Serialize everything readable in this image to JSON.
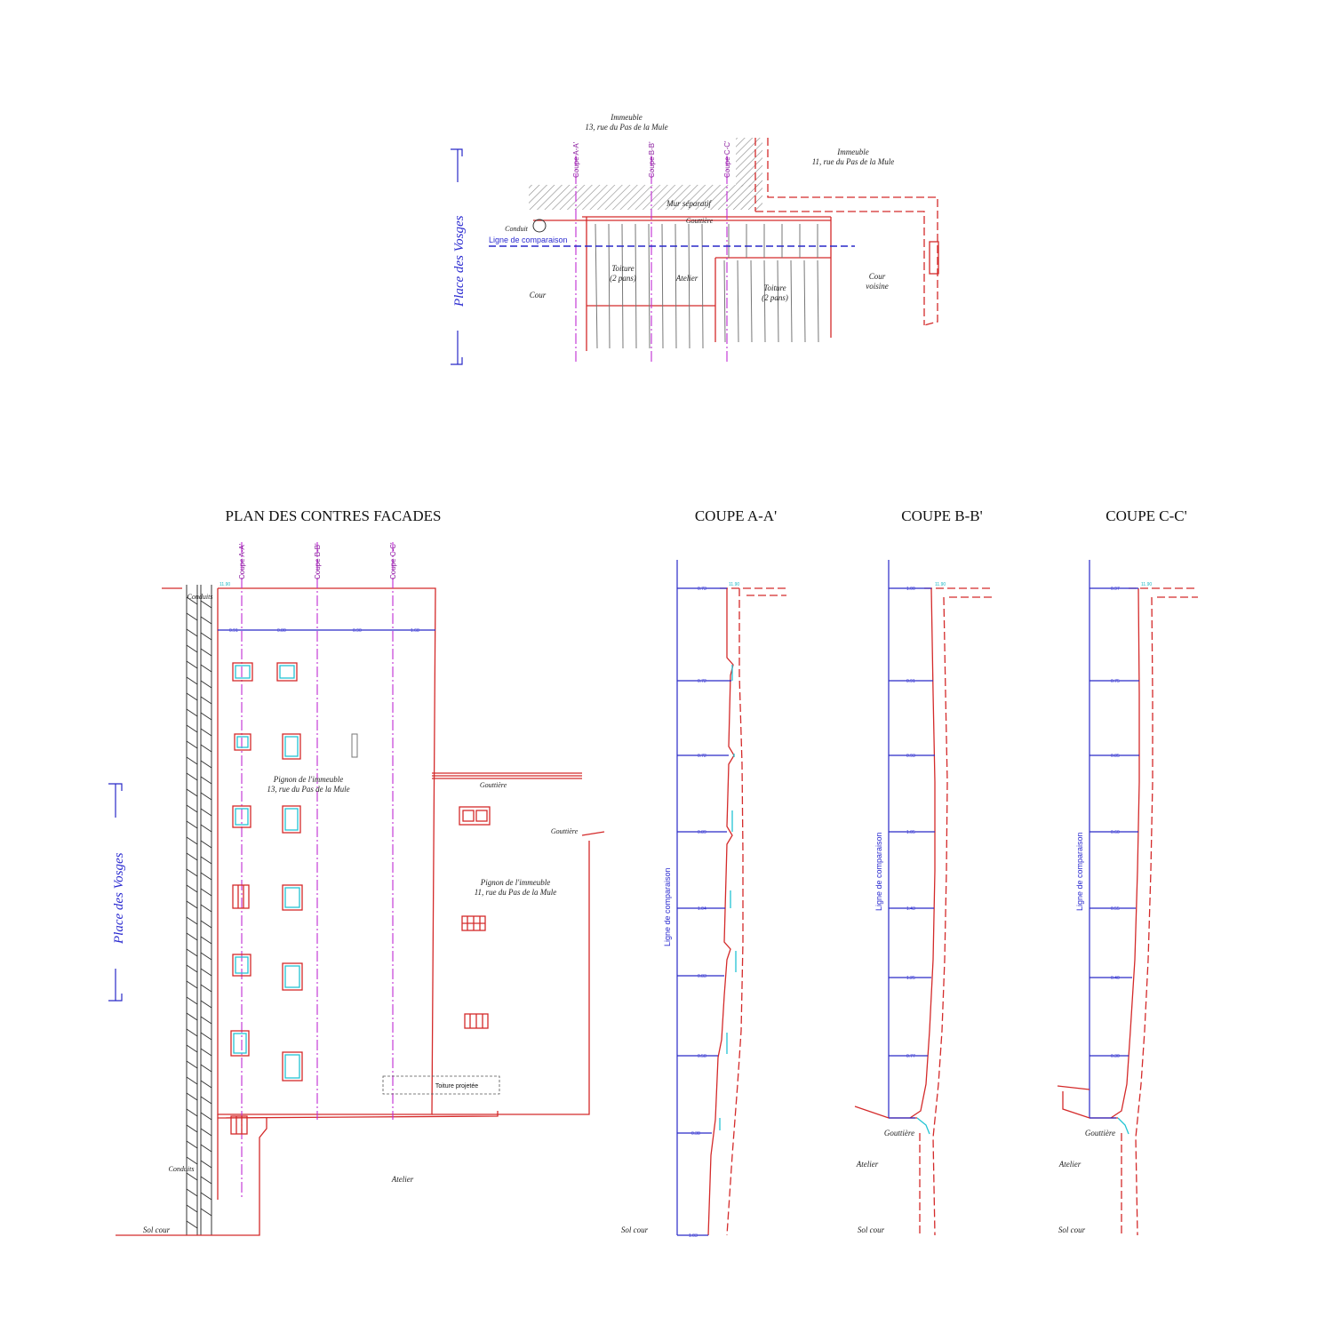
{
  "top_plan": {
    "labels": {
      "immeuble13_l1": "Immeuble",
      "immeuble13_l2": "13, rue du Pas de la Mule",
      "immeuble11_l1": "Immeuble",
      "immeuble11_l2": "11, rue du Pas de la Mule",
      "mur": "Mur séparatif",
      "gouttiere": "Gouttière",
      "conduit": "Conduit",
      "ligne": "Ligne de comparaison",
      "toiture1_l1": "Toiture",
      "toiture1_l2": "(2 pans)",
      "atelier": "Atelier",
      "toiture2_l1": "Toiture",
      "toiture2_l2": "(2 pans)",
      "cour": "Cour",
      "cour_voisine_l1": "Cour",
      "cour_voisine_l2": "voisine",
      "place": "Place des Vosges",
      "coupe_a": "Coupe A-A'",
      "coupe_b": "Coupe B-B'",
      "coupe_c": "Coupe C-C'"
    }
  },
  "plan": {
    "title": "PLAN DES CONTRES FACADES",
    "coupe_a": "Coupe A-A'",
    "coupe_b": "Coupe B-B'",
    "coupe_c": "Coupe C-C'",
    "conduit_top": "Conduits",
    "conduit_bottom": "Conduits",
    "pignon13_l1": "Pignon de l'immeuble",
    "pignon13_l2": "13, rue du Pas de la Mule",
    "pignon11_l1": "Pignon de l'immeuble",
    "pignon11_l2": "11, rue du Pas de la Mule",
    "gouttiere1": "Gouttière",
    "gouttiere2": "Gouttière",
    "toiture": "Toiture projetée",
    "atelier": "Atelier",
    "sol": "Sol cour",
    "place": "Place des Vosges",
    "top_level": "11.90",
    "dims": [
      "0.91",
      "0.80",
      "0.90",
      "1.68"
    ]
  },
  "coupe_a": {
    "title": "COUPE A-A'",
    "ligne": "Ligne de comparaison",
    "sol": "Sol cour",
    "offsets": [
      "0.73",
      "0.72",
      "0.72",
      "0.89",
      "1.04",
      "0.83",
      "0.58",
      "0.38",
      "1.03"
    ],
    "top_level": "11.90"
  },
  "coupe_b": {
    "title": "COUPE B-B'",
    "ligne": "Ligne de comparaison",
    "gouttiere": "Gouttière",
    "atelier": "Atelier",
    "sol": "Sol cour",
    "offsets": [
      "1.00",
      "0.91",
      "0.93",
      "1.05",
      "1.43",
      "1.25",
      "0.77"
    ],
    "top_level": "11.90"
  },
  "coupe_c": {
    "title": "COUPE C-C'",
    "ligne": "Ligne de comparaison",
    "gouttiere": "Gouttière",
    "atelier": "Atelier",
    "sol": "Sol cour",
    "offsets": [
      "0.97",
      "0.75",
      "0.85",
      "0.60",
      "0.55",
      "0.40",
      "0.30"
    ],
    "top_level": "11.90"
  }
}
